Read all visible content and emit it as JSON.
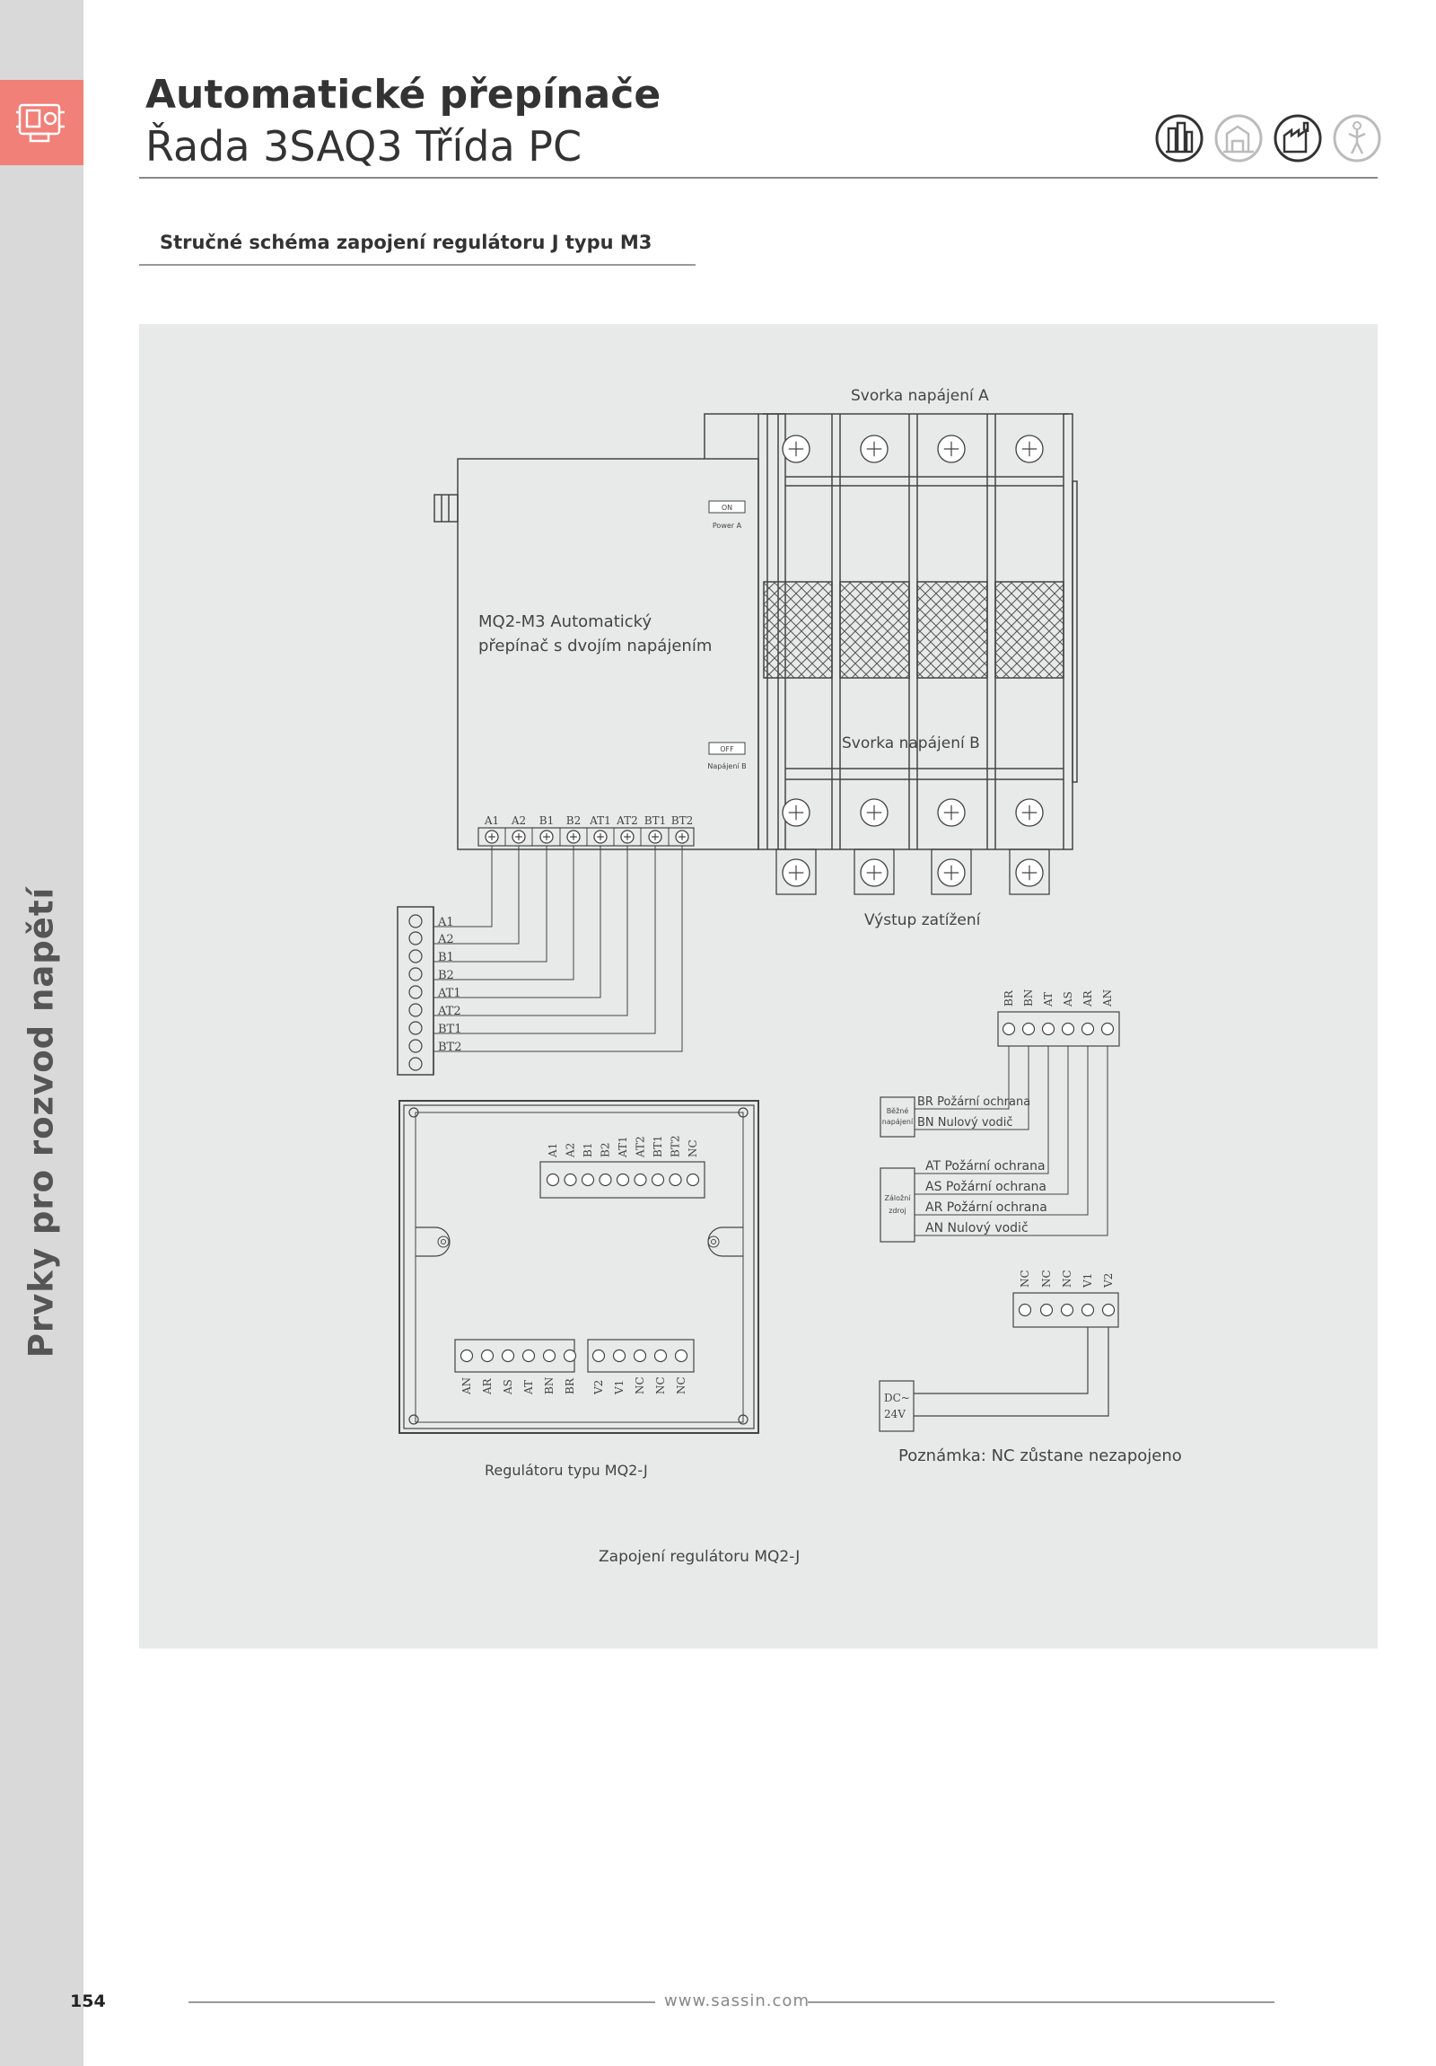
{
  "header": {
    "title": "Automatické přepínače",
    "subtitle": "Řada 3SAQ3 Třída PC"
  },
  "sidebar": {
    "vertical_text": "Prvky pro rozvod napětí",
    "icon": "switch-device-icon"
  },
  "header_icons": [
    "building-icon",
    "residential-icon",
    "factory-icon",
    "person-icon"
  ],
  "section": {
    "title": "Stručné schéma zapojení regulátoru J typu M3"
  },
  "diagram": {
    "supply_a_label": "Svorka napájení A",
    "supply_b_label": "Svorka napájení B",
    "load_output_label": "Výstup zatížení",
    "device_label_1": "MQ2-M3 Automatický",
    "device_label_2": "přepínač s dvojím napájením",
    "on_label": "ON",
    "power_a_label": "Power A",
    "off_label": "OFF",
    "napajeni_b_label": "Napájení B",
    "device_terminals": [
      "A1",
      "A2",
      "B1",
      "B2",
      "AT1",
      "AT2",
      "BT1",
      "BT2"
    ],
    "strip_terminals": [
      "A1",
      "A2",
      "B1",
      "B2",
      "AT1",
      "AT2",
      "BT1",
      "BT2"
    ],
    "controller_top_terminals": [
      "A1",
      "A2",
      "B1",
      "B2",
      "AT1",
      "AT2",
      "BT1",
      "BT2",
      "NC"
    ],
    "controller_bottom_left_terminals": [
      "AN",
      "AR",
      "AS",
      "AT",
      "BN",
      "BR"
    ],
    "controller_bottom_right_terminals": [
      "V2",
      "V1",
      "NC",
      "NC",
      "NC"
    ],
    "controller_label": "Regulátoru typu MQ2-J",
    "fire_terminals": [
      "BR",
      "BN",
      "AT",
      "AS",
      "AR",
      "AN"
    ],
    "main_supply_box": [
      "Běžné",
      "napájení"
    ],
    "main_supply_lines": [
      "BR Požární ochrana",
      "BN Nulový vodič"
    ],
    "backup_supply_box": [
      "Záložní",
      "zdroj"
    ],
    "backup_supply_lines": [
      "AT Požární ochrana",
      "AS Požární ochrana",
      "AR Požární ochrana",
      "AN Nulový vodič"
    ],
    "dc_terminals": [
      "NC",
      "NC",
      "NC",
      "V1",
      "V2"
    ],
    "dc_box": [
      "DC~",
      "24V"
    ],
    "note": "Poznámka: NC zůstane nezapojeno",
    "caption": "Zapojení regulátoru MQ2-J"
  },
  "footer": {
    "page_number": "154",
    "website": "www.sassin.com"
  }
}
